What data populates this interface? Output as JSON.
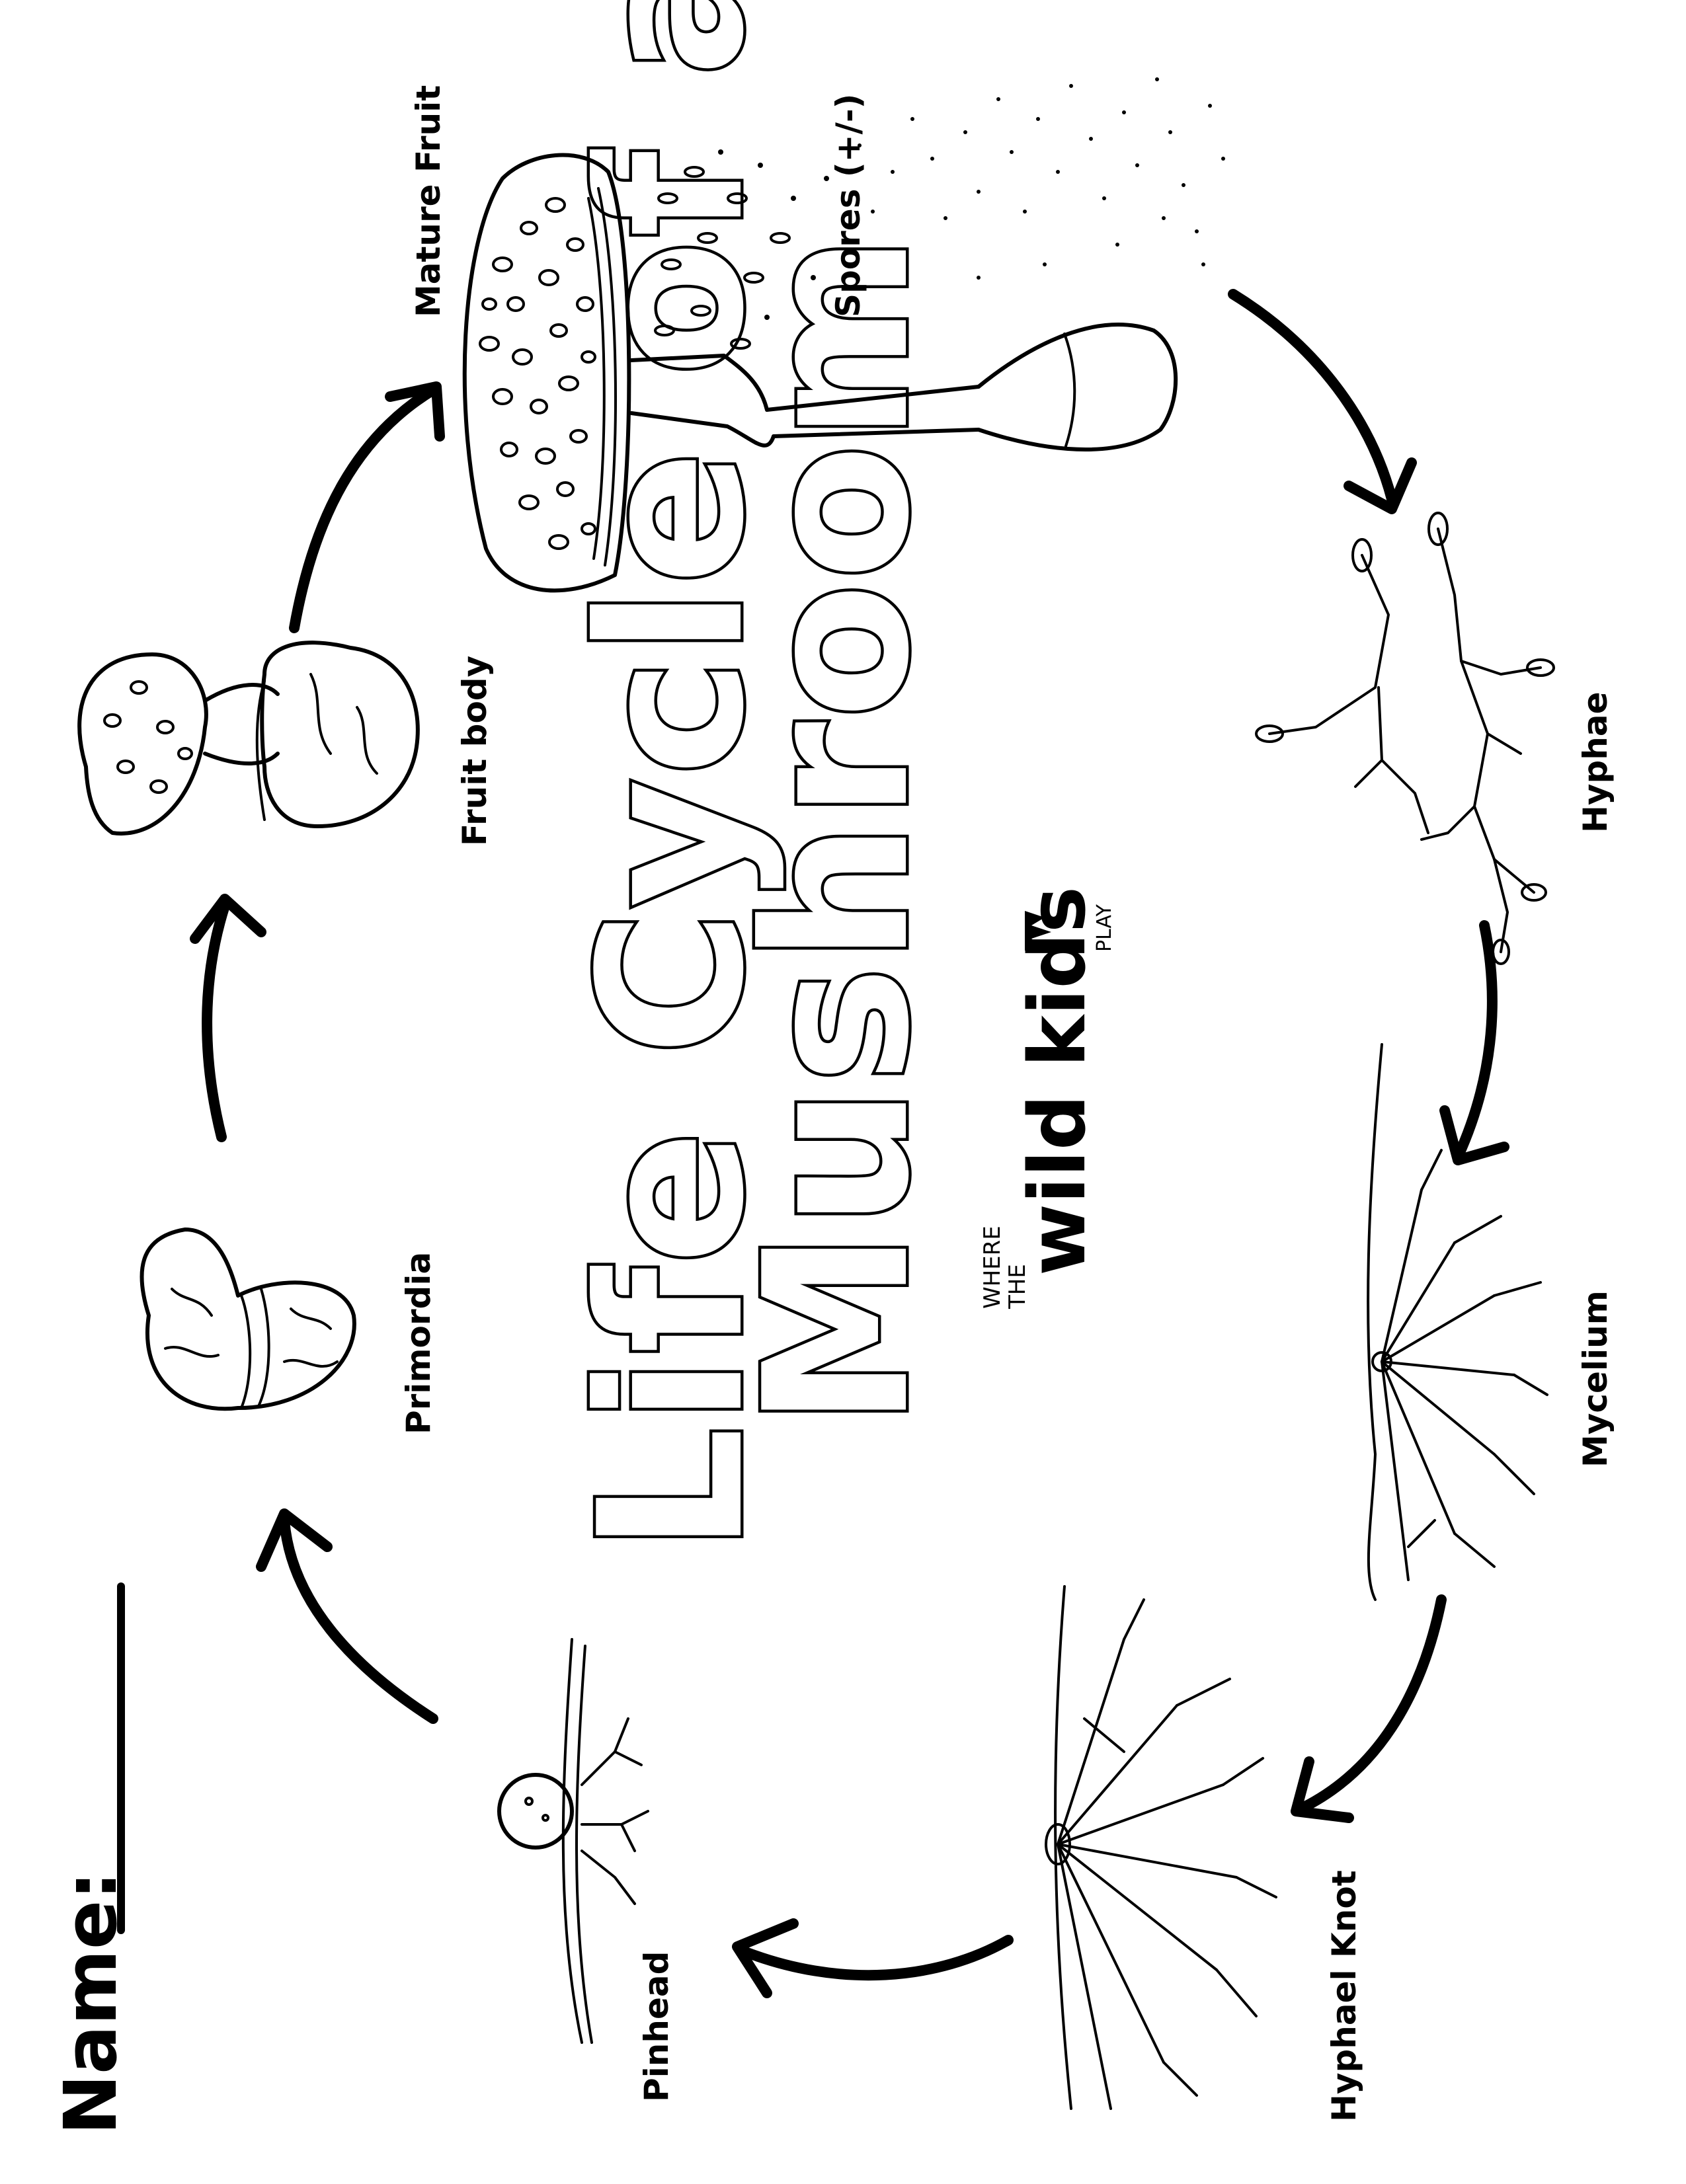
{
  "worksheet": {
    "name_label": "Name:",
    "title_line1": "Life Cycle of a",
    "title_line2": "Mushroom"
  },
  "logo": {
    "where": "WHERE",
    "the": "THE",
    "wild_kids": "wild kids",
    "play": "PLAY"
  },
  "stages": [
    {
      "id": "mature-fruit",
      "label": "Mature Fruit"
    },
    {
      "id": "spores",
      "label": "Spores (+/-)"
    },
    {
      "id": "hyphae",
      "label": "Hyphae"
    },
    {
      "id": "mycelium",
      "label": "Mycelium"
    },
    {
      "id": "hyphael-knot",
      "label": "Hyphael Knot"
    },
    {
      "id": "pinhead",
      "label": "Pinhead"
    },
    {
      "id": "primordia",
      "label": "Primordia"
    },
    {
      "id": "fruit-body",
      "label": "Fruit body"
    }
  ]
}
